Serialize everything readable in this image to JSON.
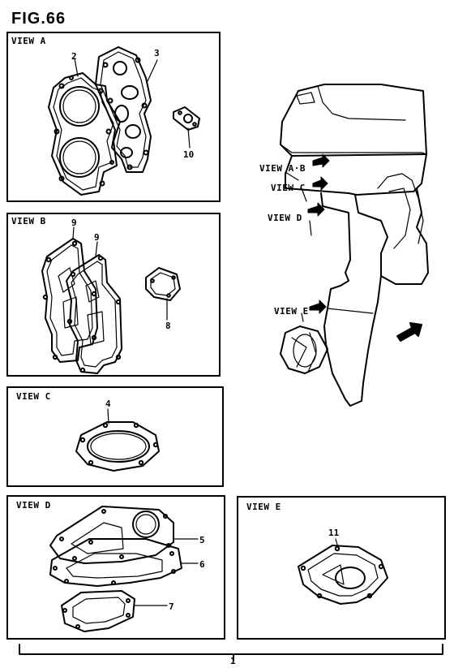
{
  "figure": {
    "title": "FIG.66",
    "assembly_number": "1"
  },
  "views": {
    "a": {
      "label": "VIEW A",
      "parts": [
        "2",
        "3",
        "10"
      ]
    },
    "b": {
      "label": "VIEW B",
      "parts": [
        "9",
        "9",
        "8"
      ]
    },
    "c": {
      "label": "VIEW C",
      "parts": [
        "4"
      ]
    },
    "d": {
      "label": "VIEW D",
      "parts": [
        "5",
        "6",
        "7"
      ]
    },
    "e": {
      "label": "VIEW E",
      "parts": [
        "11"
      ]
    }
  },
  "engine": {
    "labels": [
      "VIEW A·B",
      "VIEW C",
      "VIEW D",
      "VIEW E"
    ]
  }
}
